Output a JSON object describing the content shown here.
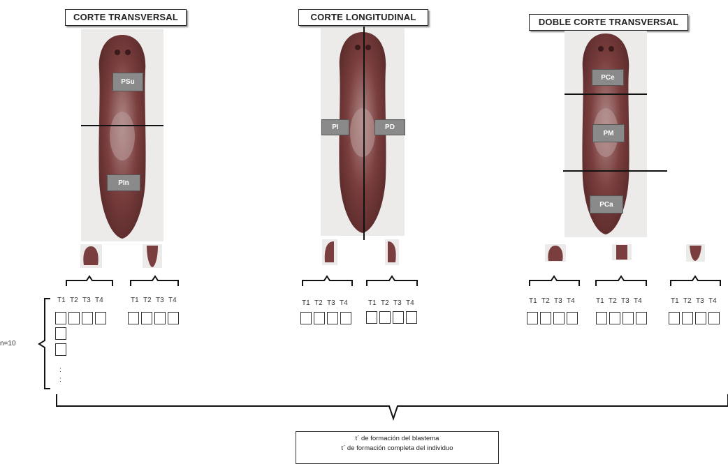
{
  "titles": {
    "transversal": "CORTE TRANSVERSAL",
    "longitudinal": "CORTE LONGITUDINAL",
    "doble": "DOBLE CORTE TRANSVERSAL"
  },
  "fragment_labels": {
    "transversal": [
      "PSu",
      "PIn"
    ],
    "longitudinal": [
      "PI",
      "PD"
    ],
    "doble": [
      "PCe",
      "PM",
      "PCa"
    ]
  },
  "time_labels": [
    "T1",
    "T2",
    "T3",
    "T4"
  ],
  "n_label": "n=10",
  "dots": ":",
  "footer": {
    "line1": "t´ de formación del blastema",
    "line2": "t´ de formación completa del individuo"
  },
  "colors": {
    "worm_body": "#7a3e3e",
    "worm_bg": "#ecebea",
    "label_box": "#8a8a8a"
  }
}
